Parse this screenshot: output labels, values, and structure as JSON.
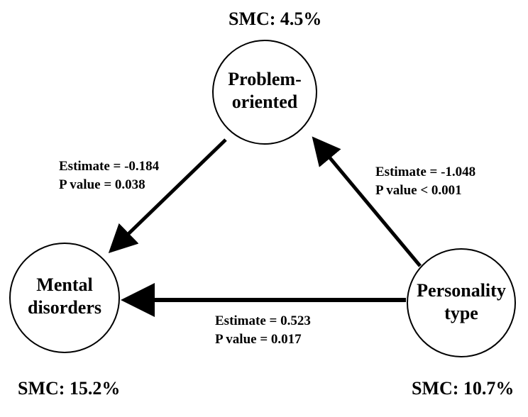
{
  "nodes": {
    "problem_oriented": {
      "line1": "Problem-",
      "line2": "oriented",
      "smc": "SMC: 4.5%"
    },
    "mental_disorders": {
      "line1": "Mental",
      "line2": "disorders",
      "smc": "SMC: 15.2%"
    },
    "personality_type": {
      "line1": "Personality",
      "line2": "type",
      "smc": "SMC: 10.7%"
    }
  },
  "paths": {
    "problem_to_mental": {
      "estimate": "Estimate = -0.184",
      "p_value": "P value = 0.038"
    },
    "personality_to_problem": {
      "estimate": "Estimate = -1.048",
      "p_value": "P value < 0.001"
    },
    "personality_to_mental": {
      "estimate": "Estimate = 0.523",
      "p_value": "P value = 0.017"
    }
  },
  "colors": {
    "stroke": "#000000",
    "background": "#ffffff"
  }
}
